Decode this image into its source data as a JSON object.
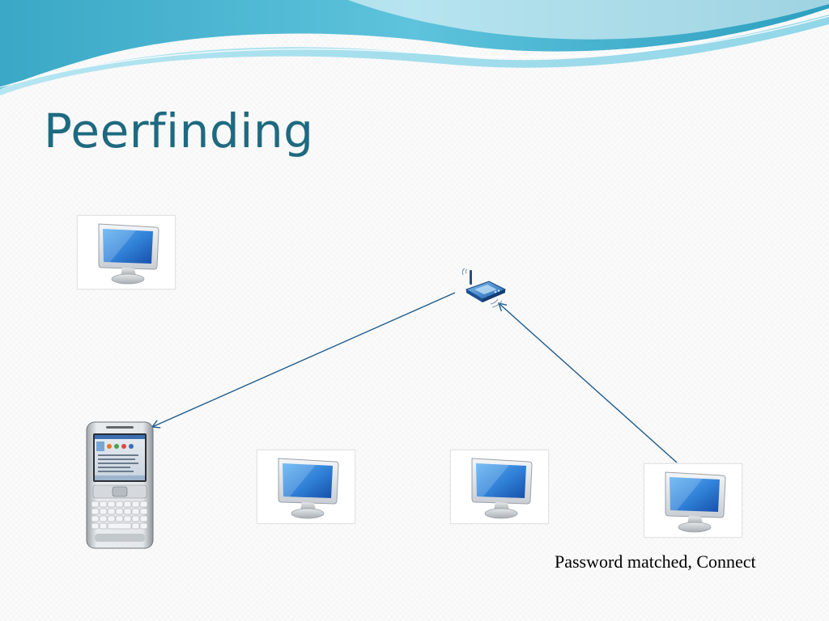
{
  "slide": {
    "title": "Peerfinding",
    "caption": "Password matched, Connect",
    "colors": {
      "title": "#1e6a80",
      "arrow": "#1f5b8c",
      "wave_dark": "#2c9fbf",
      "wave_light": "#8fd8ea",
      "monitor_screen": "#2f7fd6"
    }
  },
  "diagram": {
    "nodes": [
      {
        "id": "computer-top-left",
        "type": "desktop-monitor-icon"
      },
      {
        "id": "wireless-router",
        "type": "wireless-router-icon"
      },
      {
        "id": "mobile-phone",
        "type": "smartphone-icon"
      },
      {
        "id": "computer-bottom-1",
        "type": "desktop-monitor-icon"
      },
      {
        "id": "computer-bottom-2",
        "type": "desktop-monitor-icon"
      },
      {
        "id": "computer-bottom-3",
        "type": "desktop-monitor-icon"
      }
    ],
    "edges": [
      {
        "from": "wireless-router",
        "to": "mobile-phone",
        "arrowhead": "end"
      },
      {
        "from": "computer-bottom-3",
        "to": "wireless-router",
        "arrowhead": "end"
      }
    ]
  }
}
